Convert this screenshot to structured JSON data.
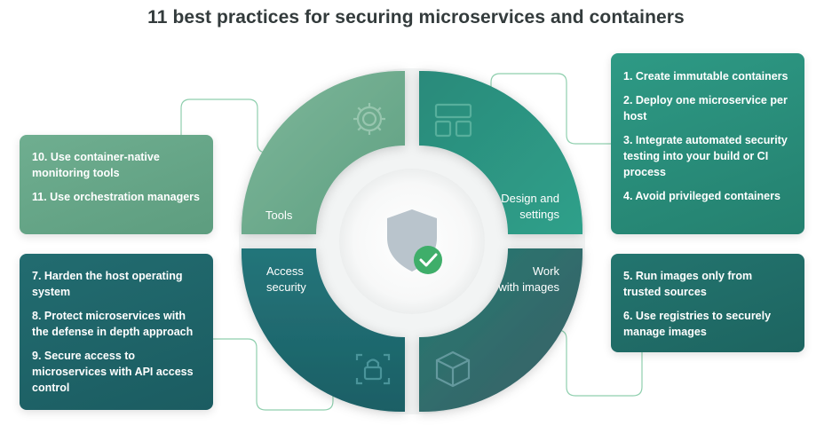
{
  "title": "11 best practices for securing microservices and containers",
  "quadrants": {
    "tools": "Tools",
    "design_line1": "Design and",
    "design_line2": "settings",
    "access_line1": "Access",
    "access_line2": "security",
    "work_line1": "Work",
    "work_line2": "with images"
  },
  "boxes": {
    "tools": [
      "10. Use container-native monitoring tools",
      "11. Use orchestration managers"
    ],
    "design": [
      "1. Create immutable containers",
      "2. Deploy one microservice per host",
      "3. Integrate automated security testing into your build or CI process",
      "4. Avoid privileged containers"
    ],
    "access": [
      "7. Harden the host operating system",
      "8. Protect microservices with the defense in depth approach",
      "9. Secure access to microservices with API access control"
    ],
    "work": [
      "5. Run images only from trusted sources",
      "6. Use registries to securely manage images"
    ]
  },
  "icons": {
    "tools": "gear-icon",
    "design": "layout-grid-icon",
    "access": "lock-icon",
    "work": "cube-icon",
    "center": "shield-check-icon"
  },
  "colors": {
    "tools": "#6aa88a",
    "design": "#2b9582",
    "access": "#1f6b70",
    "work": "#1f6e6a",
    "title": "#333b3c",
    "connector": "#7cc4a0",
    "check_badge": "#3fae6a"
  }
}
